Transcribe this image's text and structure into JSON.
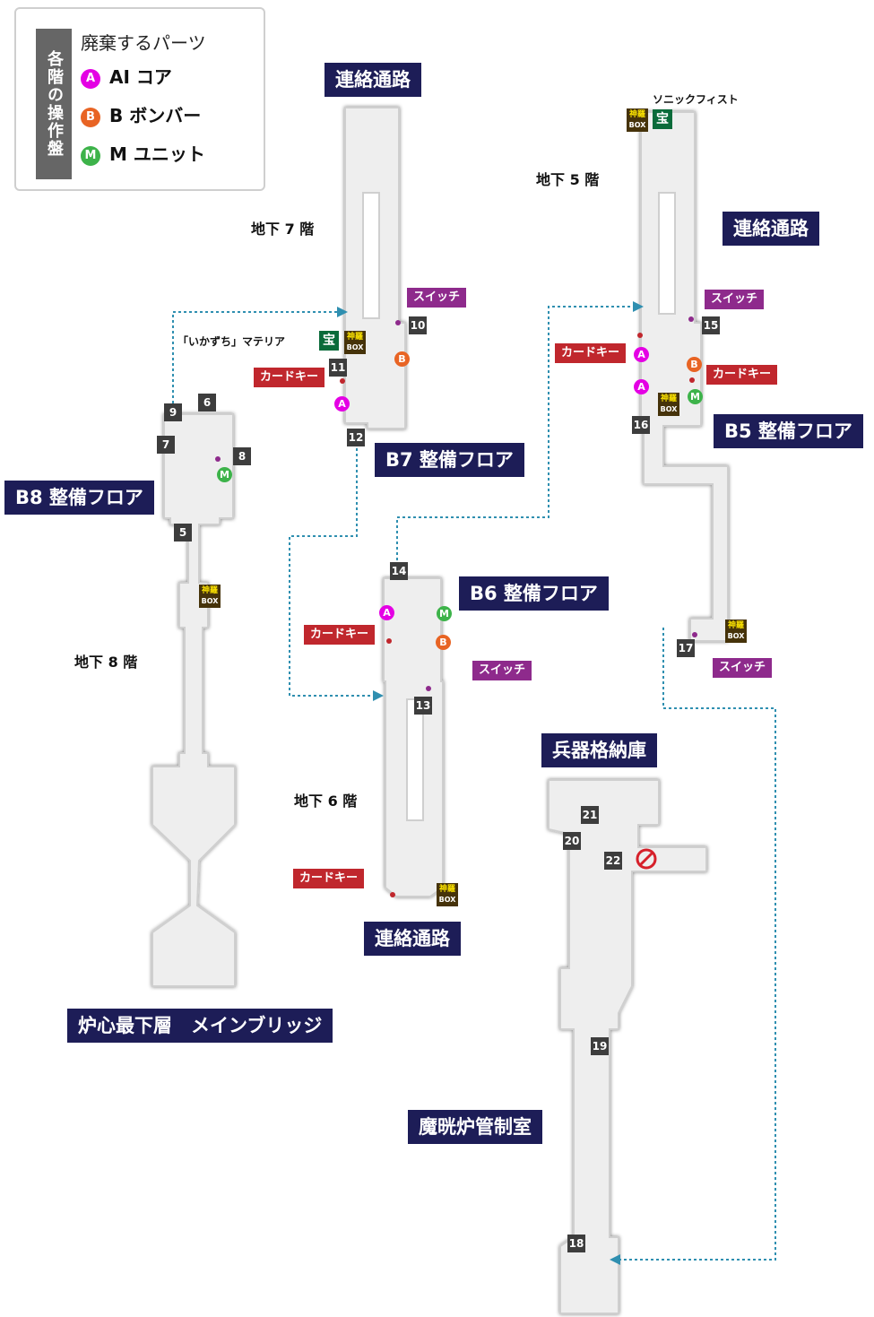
{
  "legend": {
    "side_title": "各階の操作盤",
    "title": "廃棄するパーツ",
    "items": [
      {
        "badge": "A",
        "label": "AI コア",
        "color": "#e400e4"
      },
      {
        "badge": "B",
        "label": "B ボンバー",
        "color": "#e86424"
      },
      {
        "badge": "M",
        "label": "M ユニット",
        "color": "#3db34a"
      }
    ]
  },
  "areas": {
    "b7_corridor": "連絡通路",
    "b5_corridor": "連絡通路",
    "b6_corridor": "連絡通路",
    "b8": "B8 整備フロア",
    "b7": "B7 整備フロア",
    "b6": "B6 整備フロア",
    "b5": "B5 整備フロア",
    "weapon_storage": "兵器格納庫",
    "bottom_bridge": "炉心最下層　メインブリッジ",
    "reactor_control": "魔晄炉管制室"
  },
  "floors": {
    "b7": "地下 7 階",
    "b5": "地下 5 階",
    "b8": "地下 8 階",
    "b6": "地下 6 階"
  },
  "numbers": [
    "5",
    "6",
    "7",
    "8",
    "9",
    "10",
    "11",
    "12",
    "13",
    "14",
    "15",
    "16",
    "17",
    "18",
    "19",
    "20",
    "21",
    "22"
  ],
  "tags": {
    "card_key": "カードキー",
    "switch": "スイッチ"
  },
  "items": {
    "ikazuchi": "「いかずち」マテリア",
    "sonic_fist": "ソニックフィスト",
    "treasure": "宝",
    "box_top": "神羅",
    "box_bottom": "BOX"
  },
  "colors": {
    "navy": "#1d1d57",
    "card_key": "#c0272d",
    "switch": "#8e2a8c",
    "route": "#2f8fb0",
    "floor_fill": "#eeeeee",
    "floor_edge": "#cfcfcf"
  }
}
